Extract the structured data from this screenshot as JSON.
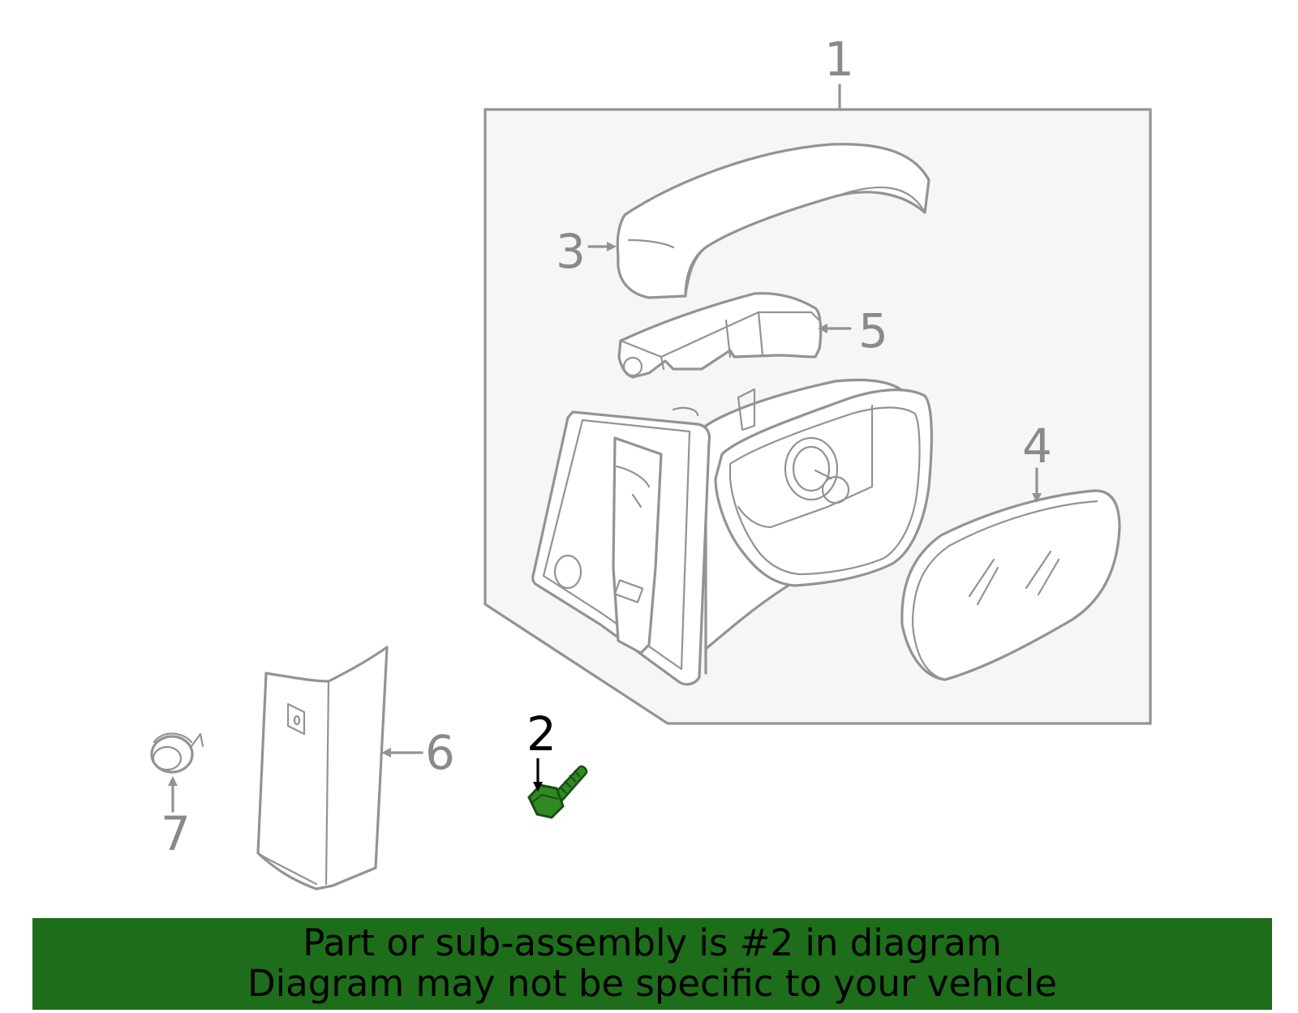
{
  "callouts": {
    "c1": "1",
    "c2": "2",
    "c3": "3",
    "c4": "4",
    "c5": "5",
    "c6": "6",
    "c7": "7"
  },
  "highlight": {
    "part_number": "2",
    "color": "#1e6d1a"
  },
  "banner": {
    "line1": "Part or sub-assembly is #2 in diagram",
    "line2": "Diagram may not be specific to your vehicle",
    "background": "#1e6d1a"
  },
  "colors": {
    "line": "#939393",
    "box_fill": "#f6f6f6",
    "part_highlight": "#2f8a22"
  }
}
